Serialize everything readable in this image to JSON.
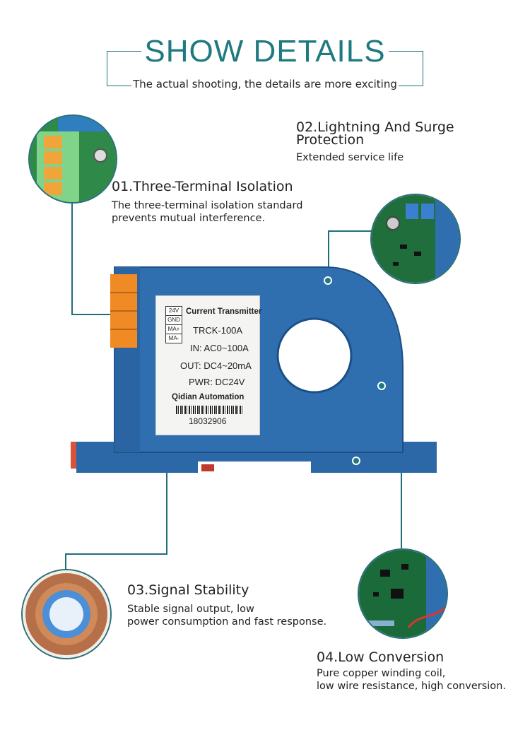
{
  "header": {
    "title": "SHOW DETAILS",
    "subtitle": "The actual shooting, the details are more exciting"
  },
  "features": [
    {
      "title": "01.Three-Terminal Isolation",
      "desc_line1": "The three-terminal isolation standard",
      "desc_line2": "prevents mutual interference."
    },
    {
      "title_line1": "02.Lightning And Surge",
      "title_line2": "Protection",
      "desc": "Extended service life"
    },
    {
      "title": "03.Signal Stability",
      "desc_line1": "Stable signal output, low",
      "desc_line2": "power consumption and fast response."
    },
    {
      "title": "04.Low Conversion",
      "desc_line1": "Pure copper winding coil,",
      "desc_line2": "low wire resistance, high conversion."
    }
  ],
  "device_label": {
    "terminals": [
      "24V",
      "GND",
      "MA+",
      "MA-"
    ],
    "name": "Current Transmitter",
    "model": "TRCK-100A",
    "input": "IN: AC0~100A",
    "output": "OUT: DC4~20mA",
    "power": "PWR: DC24V",
    "brand": "Qidian Automation",
    "serial": "18032906"
  },
  "colors": {
    "accent": "#1f7a80",
    "device_blue": "#2f6fb0",
    "terminal_orange": "#f08a24",
    "pcb_green": "#1f6e3c"
  }
}
